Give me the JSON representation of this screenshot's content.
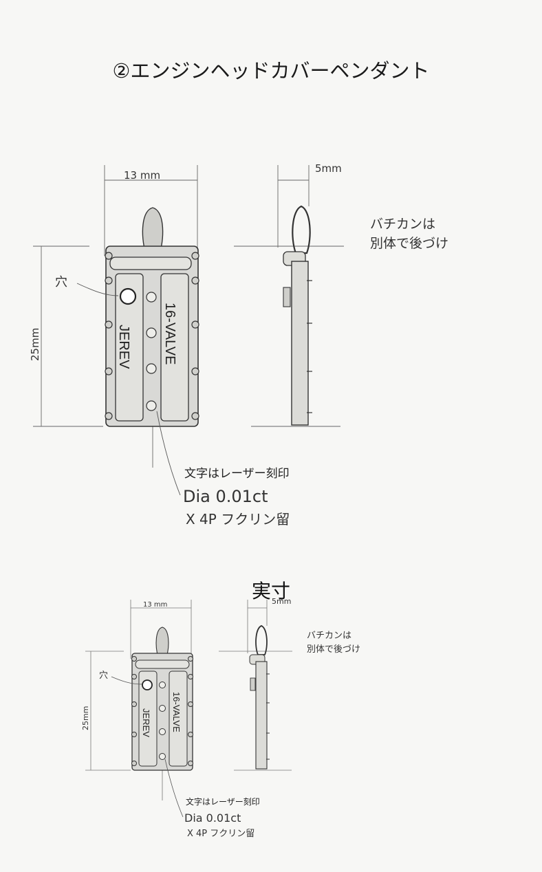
{
  "title": "②エンジンヘッドカバーペンダント",
  "actual_size_label": "実寸",
  "large": {
    "width_dim": "13 mm",
    "thickness_dim": "5mm",
    "height_dim": "25mm",
    "hole_label": "穴",
    "engrave_left": "JEREV",
    "engrave_right": "16-VALVE",
    "bail_note": [
      "バチカンは",
      "別体で後づけ"
    ],
    "laser_note": "文字はレーザー刻印",
    "dia_note": "Dia 0.01ct",
    "setting_note": "X  4P  フクリン留"
  },
  "small": {
    "width_dim": "13 mm",
    "thickness_dim": "5mm",
    "height_dim": "25mm",
    "hole_label": "穴",
    "engrave_left": "JEREV",
    "engrave_right": "16-VALVE",
    "bail_note": [
      "バチカンは",
      "別体で後づけ"
    ],
    "laser_note": "文字はレーザー刻印",
    "dia_note": "Dia 0.01ct",
    "setting_note": "X  4P  フクリン留"
  }
}
